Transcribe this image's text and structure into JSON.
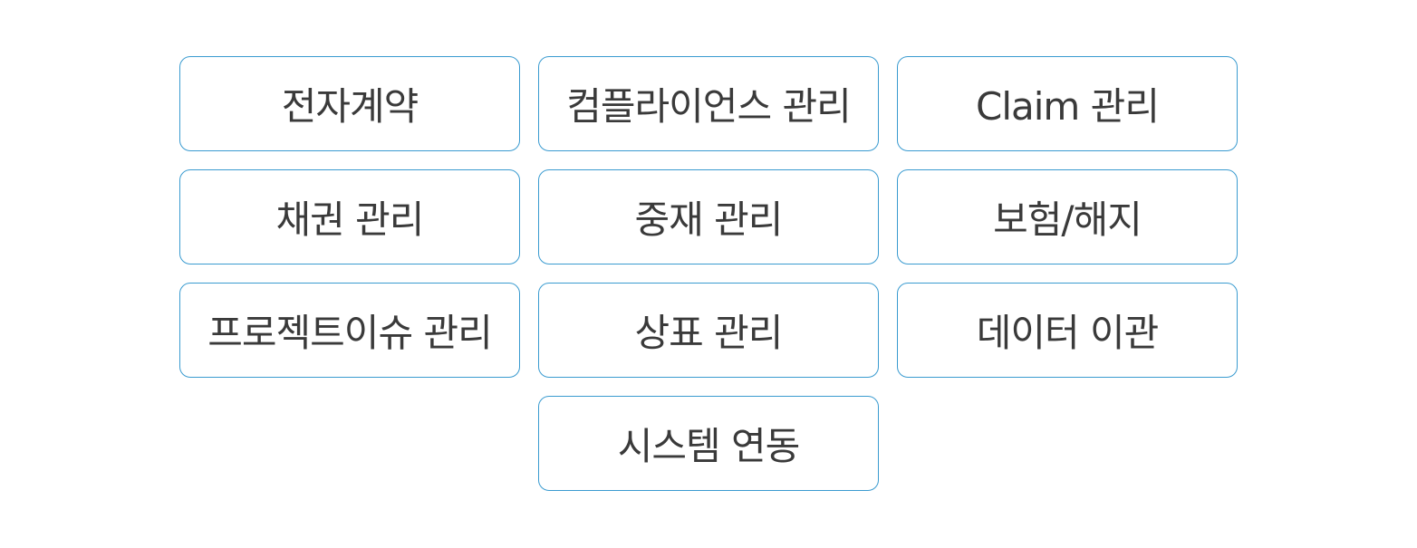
{
  "colors": {
    "border": "#3a9bd0",
    "text": "#3a3a3a",
    "background": "#ffffff"
  },
  "menu": {
    "items": [
      {
        "label": "전자계약"
      },
      {
        "label": "컴플라이언스 관리"
      },
      {
        "label": "Claim 관리"
      },
      {
        "label": "채권 관리"
      },
      {
        "label": "중재 관리"
      },
      {
        "label": "보험/해지"
      },
      {
        "label": "프로젝트이슈 관리"
      },
      {
        "label": "상표 관리"
      },
      {
        "label": "데이터 이관"
      },
      {
        "label": "시스템 연동"
      }
    ]
  }
}
